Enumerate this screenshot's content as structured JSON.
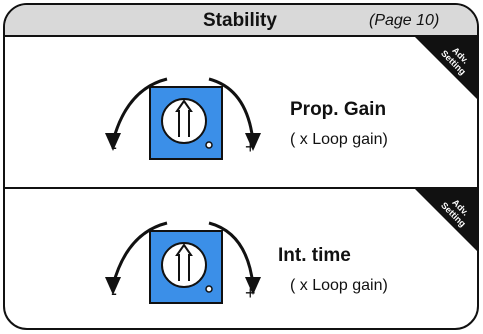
{
  "header": {
    "title": "Stability",
    "page": "(Page 10)"
  },
  "badge_text": "Adv.\nSetting",
  "sections": [
    {
      "label": "Prop. Gain",
      "sublabel": "( x Loop gain)",
      "minus": "-",
      "plus": "+"
    },
    {
      "label": "Int. time",
      "sublabel": "( x Loop gain)",
      "minus": "-",
      "plus": "+"
    }
  ],
  "colors": {
    "knob_plate": "#3b8fe8",
    "header_bg": "#d9d9d9",
    "badge_bg": "#111111"
  },
  "icons": [
    "rotary-knob-icon",
    "rotate-left-arrow-icon",
    "rotate-right-arrow-icon"
  ]
}
